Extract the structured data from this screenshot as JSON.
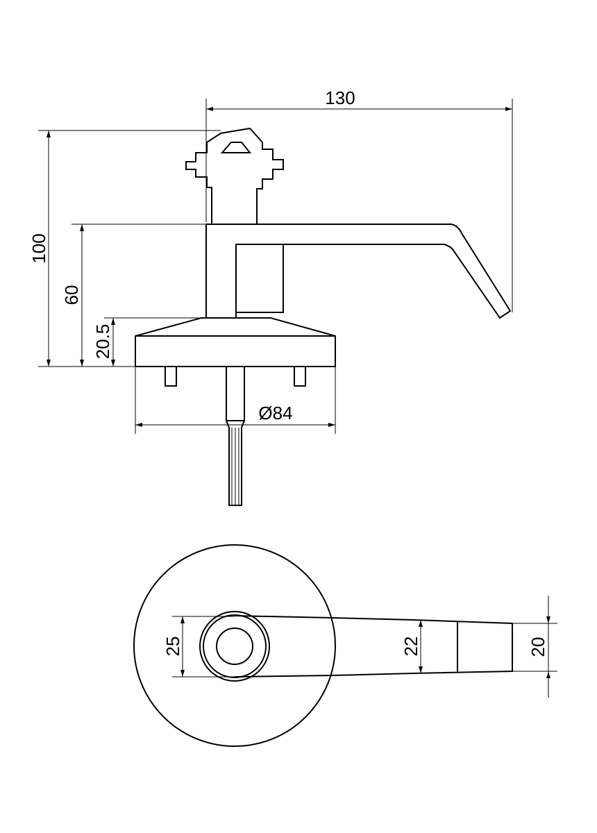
{
  "drawing": {
    "dimensions": {
      "overall_length": "130",
      "overall_height": "100",
      "lever_height": "60",
      "rose_height": "20.5",
      "rose_diameter": "Ø84",
      "hub_width": "25",
      "lever_width_inner": "22",
      "lever_width_end": "20"
    }
  }
}
